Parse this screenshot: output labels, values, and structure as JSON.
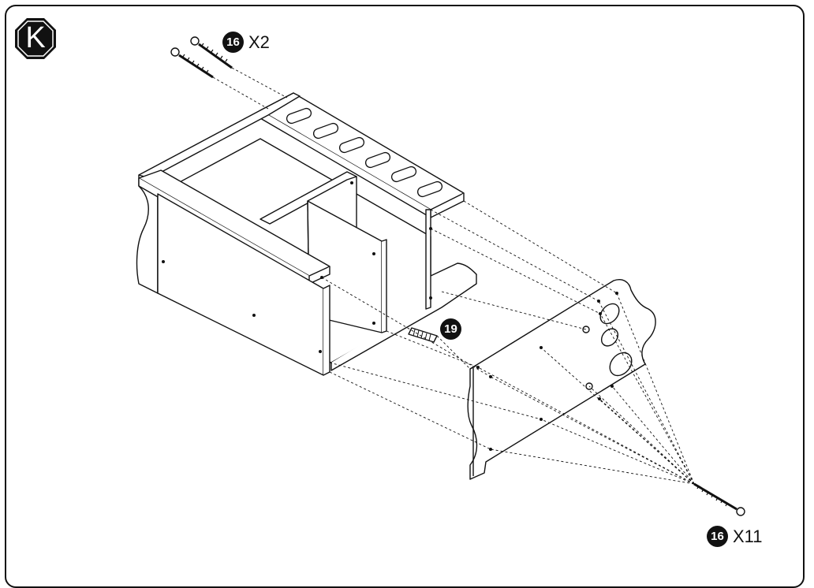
{
  "step": {
    "letter": "K"
  },
  "callouts": {
    "top_screws": {
      "part": "16",
      "qty": "X2"
    },
    "dowel": {
      "part": "19"
    },
    "side_screws": {
      "part": "16",
      "qty": "X11"
    }
  },
  "colors": {
    "line": "#111111",
    "badge": "#111111",
    "background": "#ffffff"
  }
}
